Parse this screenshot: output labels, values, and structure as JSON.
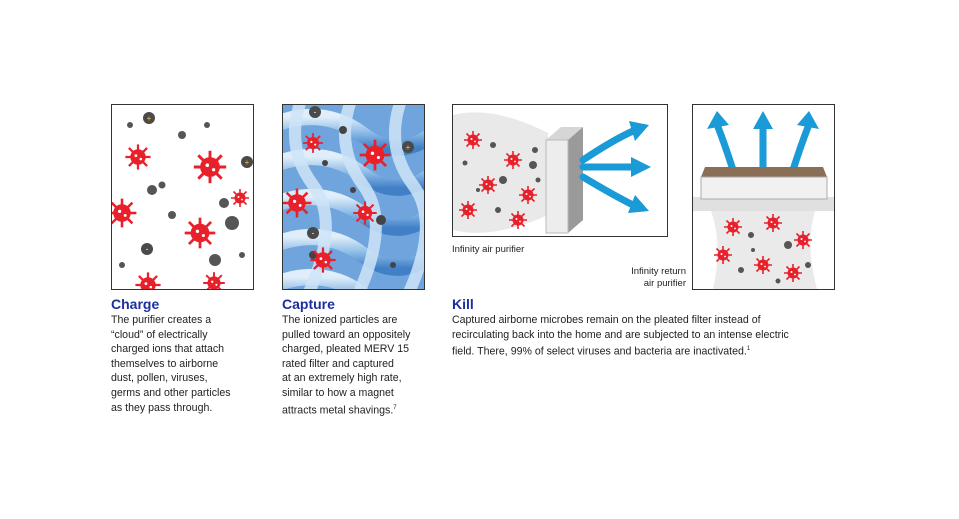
{
  "sections": [
    {
      "title": "Charge",
      "lines": [
        "The purifier creates a",
        "“cloud” of electrically",
        "charged ions that attach",
        "themselves to airborne",
        "dust, pollen, viruses,",
        "germs and other particles",
        "as they pass through."
      ]
    },
    {
      "title": "Capture",
      "lines": [
        "The ionized particles are",
        "pulled toward an oppositely",
        "charged, pleated MERV 15",
        "rated filter and captured",
        "at an extremely high rate,",
        "similar to how a magnet",
        "attracts metal shavings."
      ],
      "footnote": "7"
    },
    {
      "title": "Kill",
      "lines": [
        "Captured airborne microbes remain on the pleated filter instead of",
        "recirculating back into the home and are subjected to an intense electric",
        "field. There, 99% of select viruses and bacteria are inactivated."
      ],
      "footnote": "1"
    }
  ],
  "captions": {
    "air_purifier": "Infinity air purifier",
    "return_line1": "Infinity return",
    "return_line2": "air purifier"
  },
  "colors": {
    "heading": "#1b2f9e",
    "virus": "#e8202a",
    "particle": "#555555",
    "arrow": "#1a9ad6"
  }
}
